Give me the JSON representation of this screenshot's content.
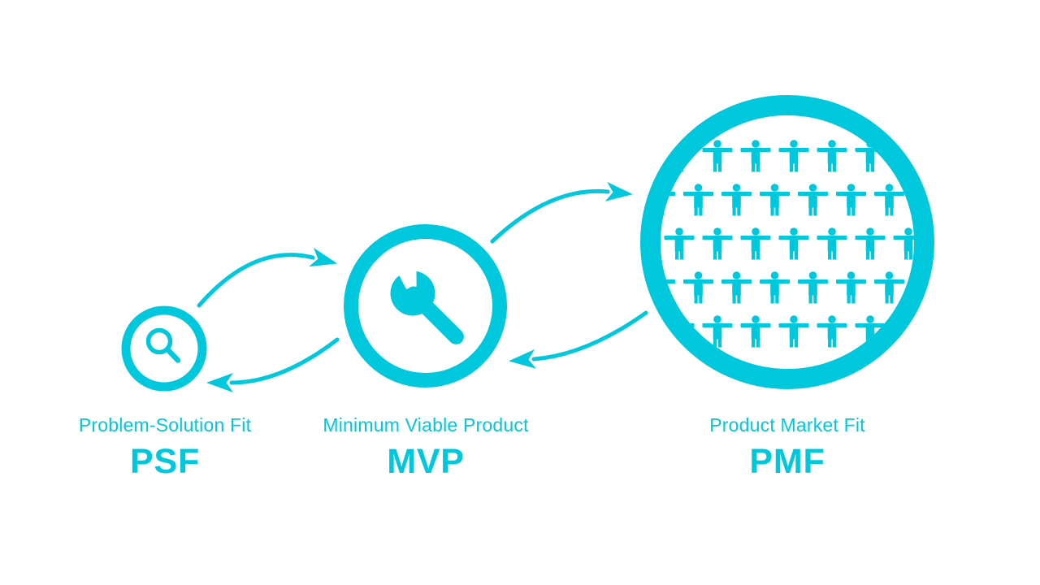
{
  "colors": {
    "accent": "#00C8DC",
    "background": "#FFFFFF"
  },
  "nodes": [
    {
      "id": "psf",
      "label": "Problem-Solution Fit",
      "acronym": "PSF",
      "icon": "magnifier-icon"
    },
    {
      "id": "mvp",
      "label": "Minimum Viable Product",
      "acronym": "MVP",
      "icon": "wrench-icon"
    },
    {
      "id": "pmf",
      "label": "Product Market Fit",
      "acronym": "PMF",
      "icon": "people-crowd-icon"
    }
  ],
  "arrows": [
    {
      "id": "psf-to-mvp",
      "from": "PSF",
      "to": "MVP"
    },
    {
      "id": "mvp-to-psf",
      "from": "MVP",
      "to": "PSF"
    },
    {
      "id": "mvp-to-pmf",
      "from": "MVP",
      "to": "PMF"
    },
    {
      "id": "pmf-to-mvp",
      "from": "PMF",
      "to": "MVP"
    }
  ]
}
